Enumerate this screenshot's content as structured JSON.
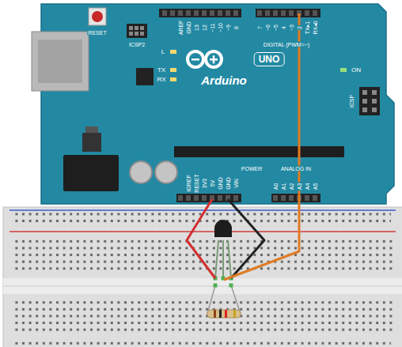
{
  "diagram": {
    "labels": [
      "RESET",
      "ICSP2",
      "AREF",
      "GND",
      "13",
      "12",
      "~11",
      "~10",
      "~9",
      "8",
      "7",
      "~6",
      "~5",
      "4",
      "~3",
      "2",
      "TX▸1",
      "RX◂0",
      "DIGITAL (PWM=~)",
      "L",
      "TX",
      "RX",
      "Arduino",
      "UNO",
      "ON",
      "ICSP",
      "IOREF",
      "RESET",
      "3V3",
      "5V",
      "GND",
      "GND",
      "VIN",
      "POWER",
      "ANALOG IN",
      "A0",
      "A1",
      "A2",
      "A3",
      "A4",
      "A5"
    ]
  }
}
